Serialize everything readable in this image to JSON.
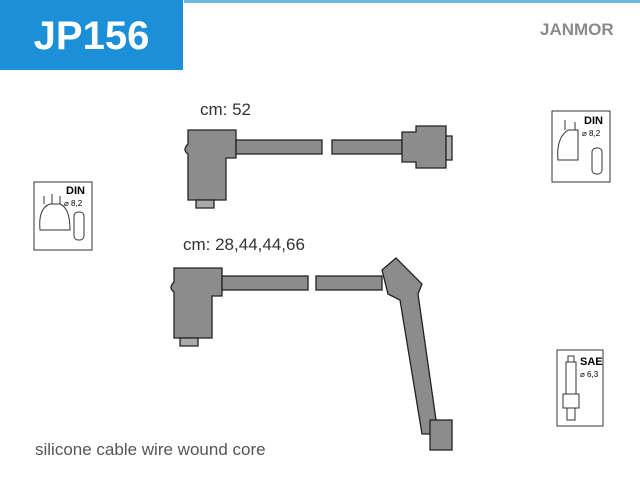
{
  "header": {
    "part_number": "JP156",
    "brand": "JANMOR"
  },
  "cables": [
    {
      "length_label": "cm: 52"
    },
    {
      "length_label": "cm: 28,44,44,66"
    }
  ],
  "icons": {
    "distributor_left": {
      "standard": "DIN",
      "diameter": "⌀ 8,2"
    },
    "coil_right": {
      "standard": "DIN",
      "diameter": "⌀ 8,2"
    },
    "spark_plug": {
      "standard": "SAE",
      "diameter": "⌀ 6,3"
    }
  },
  "footer": {
    "description": "silicone cable wire wound core"
  },
  "colors": {
    "accent": "#1b8fd8",
    "cable": "#8c8c8c"
  }
}
